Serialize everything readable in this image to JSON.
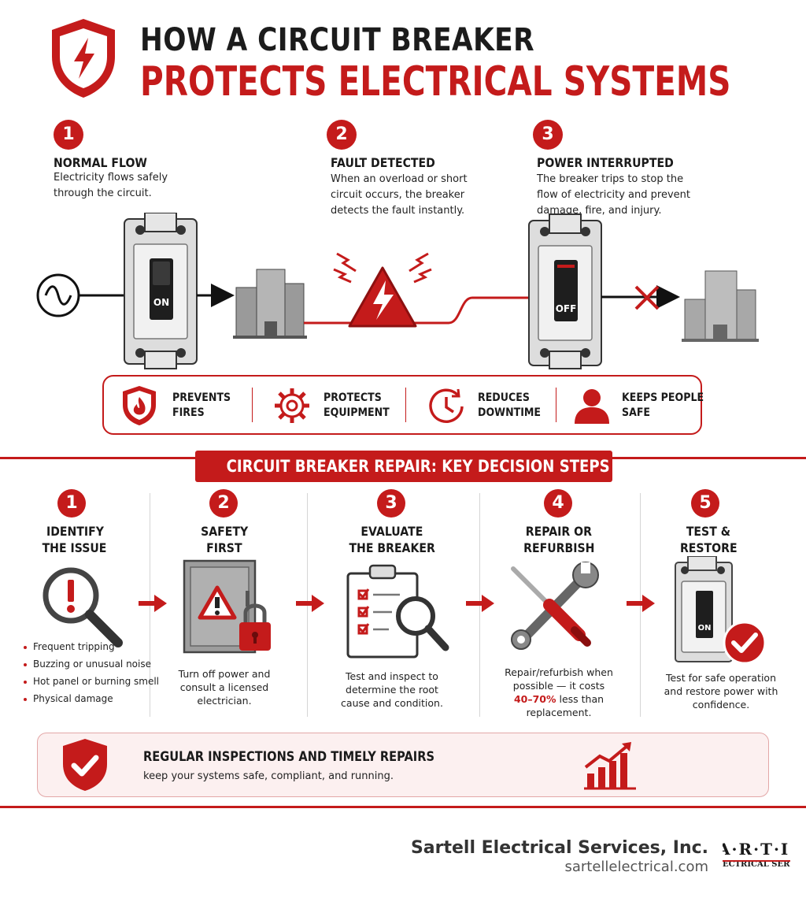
{
  "header": {
    "title_line1": "HOW A CIRCUIT BREAKER",
    "title_line2": "PROTECTS ELECTRICAL SYSTEMS"
  },
  "flow_steps": [
    {
      "number": "1",
      "title": "NORMAL FLOW",
      "desc_lines": [
        "Electricity flows safely",
        "through the circuit."
      ]
    },
    {
      "number": "2",
      "title": "FAULT DETECTED",
      "desc_lines": [
        "When an overload or short",
        "circuit occurs, the breaker",
        "detects the fault instantly."
      ]
    },
    {
      "number": "3",
      "title": "POWER INTERRUPTED",
      "desc_lines": [
        "The breaker trips to stop the",
        "flow of electricity and prevent",
        "damage, fire, and injury."
      ]
    }
  ],
  "breakers": {
    "on_label": "ON",
    "off_label": "OFF"
  },
  "benefits": [
    {
      "line1": "PREVENTS",
      "line2": "FIRES",
      "icon": "flame-shield-icon"
    },
    {
      "line1": "PROTECTS",
      "line2": "EQUIPMENT",
      "icon": "gear-icon"
    },
    {
      "line1": "REDUCES",
      "line2": "DOWNTIME",
      "icon": "clock-icon"
    },
    {
      "line1": "KEEPS PEOPLE",
      "line2": "SAFE",
      "icon": "person-icon"
    }
  ],
  "repair_section": {
    "banner": "CIRCUIT BREAKER REPAIR: KEY DECISION STEPS",
    "steps": [
      {
        "number": "1",
        "title_line1": "IDENTIFY",
        "title_line2": "THE ISSUE",
        "bullets": [
          "Frequent tripping",
          "Buzzing or unusual noise",
          "Hot panel or burning smell",
          "Physical damage"
        ]
      },
      {
        "number": "2",
        "title_line1": "SAFETY",
        "title_line2": "FIRST",
        "desc_lines": [
          "Turn off power and",
          "consult a licensed",
          "electrician."
        ]
      },
      {
        "number": "3",
        "title_line1": "EVALUATE",
        "title_line2": "THE BREAKER",
        "desc_lines": [
          "Test and inspect to",
          "determine the root",
          "cause and condition."
        ]
      },
      {
        "number": "4",
        "title_line1": "REPAIR OR",
        "title_line2": "REFURBISH",
        "desc_line1": "Repair/refurbish when",
        "desc_line2": "possible — it costs",
        "highlight": "40–70%",
        "desc_after_highlight": " less than",
        "desc_line4": "replacement."
      },
      {
        "number": "5",
        "title_line1": "TEST &",
        "title_line2": "RESTORE",
        "desc_lines": [
          "Test for safe operation",
          "and restore power with",
          "confidence."
        ],
        "breaker_label": "ON"
      }
    ]
  },
  "callout": {
    "title": "REGULAR INSPECTIONS AND TIMELY REPAIRS",
    "subtitle": "keep your systems safe, compliant, and running."
  },
  "footer": {
    "company": "Sartell Electrical Services, Inc.",
    "website": "sartellelectrical.com",
    "logo_text_top": "A·R·T·I",
    "logo_text_bottom": "ECTRICAL SERV"
  },
  "colors": {
    "accent": "#c41b1b",
    "dark": "#1c1c1c",
    "callout_bg": "#fcf0f0"
  }
}
